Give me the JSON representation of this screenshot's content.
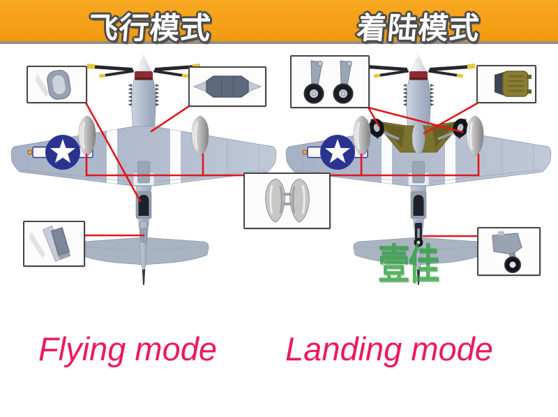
{
  "header": {
    "left_label": "飞行模式",
    "right_label": "着陆模式",
    "bg_color": "#F5A017",
    "separator_color": "#8F8F8F",
    "text_color": "#FFFFFF",
    "outline_color": "#4C4C4C"
  },
  "footer": {
    "left_label": "Flying mode",
    "right_label": "Landing mode",
    "text_color": "#EC1A5B"
  },
  "watermark": {
    "text": "壹佳",
    "color": "#2EA23C"
  },
  "callouts": {
    "flying_mode": [
      {
        "icon": "main-gear-door-closed-icon"
      },
      {
        "icon": "wing-belly-cover-icon"
      },
      {
        "icon": "tail-gear-door-closed-icon"
      }
    ],
    "landing_mode": [
      {
        "icon": "main-landing-gear-wheels-icon"
      },
      {
        "icon": "gear-bay-insert-icon"
      },
      {
        "icon": "tail-wheel-assembly-icon"
      }
    ],
    "shared": [
      {
        "icon": "drop-fuel-tanks-icon"
      }
    ]
  },
  "colors": {
    "callout_line": "#E2161C",
    "plane_body": "#B3BDCD",
    "insignia_blue": "#2A3490",
    "prop_tip_yellow": "#E3C93F",
    "spinner_band_red": "#8E2B31",
    "olive_green": "#7C7230",
    "tank_silver": "#C9C9C9"
  }
}
